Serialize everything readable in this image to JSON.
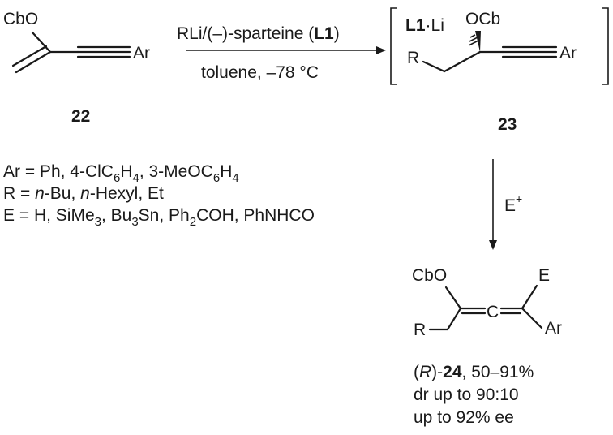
{
  "compound_22": {
    "cbo": "CbO",
    "ar": "Ar",
    "number": "22"
  },
  "reaction_1": {
    "reagent_pre": "RLi/(–)-sparteine (",
    "reagent_bold": "L1",
    "reagent_post": ")",
    "conditions": "toluene, –78 °C"
  },
  "intermediate_23": {
    "ligand_bold": "L1",
    "ligand_rest": "·Li",
    "ocb": "OCb",
    "r": "R",
    "ar": "Ar",
    "number": "23"
  },
  "reaction_2": {
    "electrophile": "E",
    "charge": "+"
  },
  "substituents": {
    "ar_line": {
      "pre": "Ar = Ph, 4-ClC",
      "s1": "6",
      "mid": "H",
      "s2": "4",
      "post": ", 3-MeOC",
      "s3": "6",
      "mid2": "H",
      "s4": "4"
    },
    "r_line": {
      "pre": "R = ",
      "it1": "n",
      "mid": "-Bu, ",
      "it2": "n",
      "post": "-Hexyl, Et"
    },
    "e_line": {
      "pre": "E = H, SiMe",
      "s1": "3",
      "mid": ", Bu",
      "s2": "3",
      "mid2": "Sn, Ph",
      "s3": "2",
      "post": "COH, PhNHCO"
    }
  },
  "product_24": {
    "cbo": "CbO",
    "c": "C",
    "e": "E",
    "r": "R",
    "ar": "Ar",
    "label_open": "(",
    "label_r": "R",
    "label_close": ")-",
    "number": "24",
    "yield": ", 50–91%",
    "dr": "dr up to 90:10",
    "ee": "up to 92% ee"
  }
}
